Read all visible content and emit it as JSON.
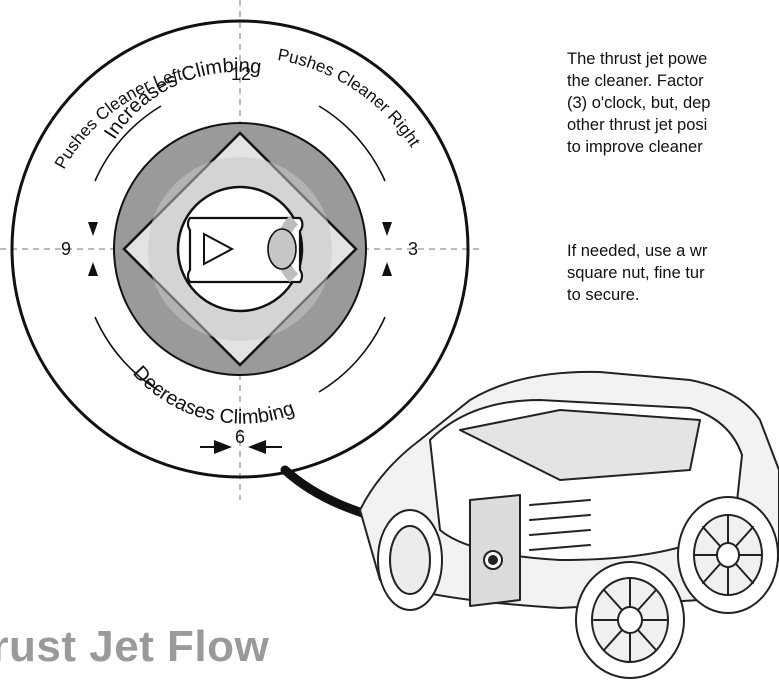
{
  "dial": {
    "top_arc": "Pushes Cleaner Left",
    "right_arc": "Pushes Cleaner Right",
    "upper_arc": "Increases Climbing",
    "lower_arc": "Decreases Climbing",
    "pos_12": "12",
    "pos_3": "3",
    "pos_6": "6",
    "pos_9": "9"
  },
  "text": {
    "para1": "The thrust jet powe\nthe cleaner. Factor\n(3) o'clock, but, dep\nother thrust jet posi\nto improve cleaner",
    "para2": "If needed, use a wr\nsquare nut, fine tur\nto secure.",
    "heading": "hrust Jet Flow"
  }
}
